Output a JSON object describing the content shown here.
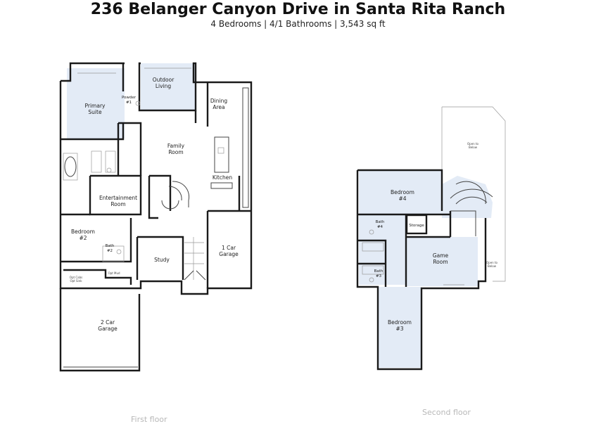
{
  "header": {
    "title": "236 Belanger Canyon Drive in Santa Rita Ranch",
    "subtitle": "4 Bedrooms | 4/1 Bathrooms | 3,543 sq ft"
  },
  "captions": {
    "first_floor": "First floor",
    "second_floor": "Second floor"
  },
  "first_floor": {
    "rooms": {
      "primary_suite_1": "Primary",
      "primary_suite_2": "Suite",
      "powder_1": "Powder",
      "powder_2": "#1",
      "outdoor_1": "Outdoor",
      "outdoor_2": "Living",
      "dining_1": "Dining",
      "dining_2": "Area",
      "family_1": "Family",
      "family_2": "Room",
      "kitchen": "Kitchen",
      "entertainment_1": "Entertainment",
      "entertainment_2": "Room",
      "bedroom2_1": "Bedroom",
      "bedroom2_2": "#2",
      "bath2_1": "Bath",
      "bath2_2": "#2",
      "study": "Study",
      "garage1_1": "1 Car",
      "garage1_2": "Garage",
      "garage2_1": "2 Car",
      "garage2_2": "Garage",
      "opt_mud": "Opt Mud",
      "opt_cabs": "Opt Cabs",
      "opt_sink": "Opt Sink"
    }
  },
  "second_floor": {
    "rooms": {
      "bedroom4_1": "Bedroom",
      "bedroom4_2": "#4",
      "bath4_1": "Bath",
      "bath4_2": "#4",
      "storage": "Storage",
      "game_1": "Game",
      "game_2": "Room",
      "bath3_1": "Bath",
      "bath3_2": "#3",
      "bedroom3_1": "Bedroom",
      "bedroom3_2": "#3",
      "open_below_1": "Open to",
      "open_below_2": "Below",
      "open_below_b1": "Open to",
      "open_below_b2": "Below"
    }
  },
  "colors": {
    "room_fill": "#e3ebf6",
    "wall": "#1a1a1a",
    "caption": "#b8b8b8"
  }
}
